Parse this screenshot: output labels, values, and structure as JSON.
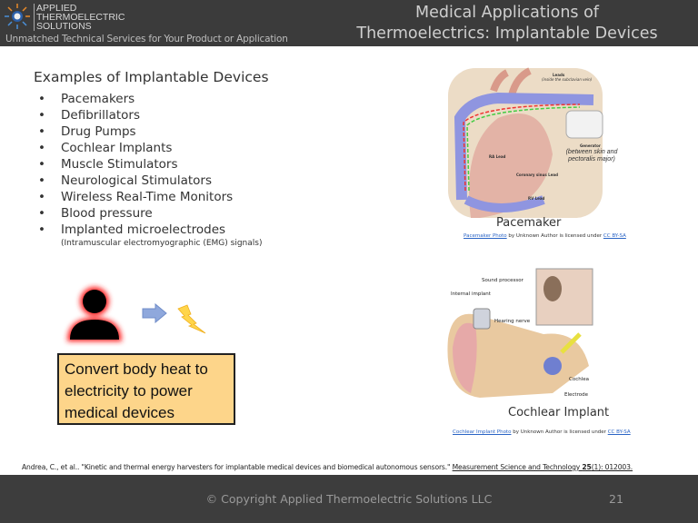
{
  "header": {
    "logo_lines": [
      "APPLIED",
      "THERMOELECTRIC",
      "SOLUTIONS"
    ],
    "tagline": "Unmatched Technical Services for Your Product or Application",
    "title_line1": "Medical Applications of",
    "title_line2": "Thermoelectrics: Implantable Devices"
  },
  "main": {
    "list_title": "Examples of Implantable Devices",
    "items": [
      "Pacemakers",
      "Defibrillators",
      "Drug Pumps",
      "Cochlear Implants",
      "Muscle Stimulators",
      "Neurological Stimulators",
      "Wireless Real-Time Monitors",
      "Blood pressure",
      "Implanted microelectrodes"
    ],
    "subnote": "(Intramuscular electromyographic (EMG) signals)",
    "callout": "Convert body heat  to electricity to power medical devices"
  },
  "pacemaker": {
    "labels": {
      "leads": "Leads",
      "leads_sub": "(inside the subclavian vein)",
      "generator": "Generator",
      "generator_sub": "(between skin and pectoralis major)",
      "ra": "RA Lead",
      "cs": "Coronary sinus Lead",
      "rv": "RV Lead"
    },
    "caption": "Pacemaker",
    "credit_link": "Pacemaker Photo",
    "credit_mid": " by Unknown Author is licensed under ",
    "license": "CC BY-SA"
  },
  "cochlear": {
    "labels": {
      "sound": "Sound processor",
      "internal": "Internal implant",
      "nerve": "Hearing nerve",
      "cochlea": "Cochlea",
      "electrode": "Electrode"
    },
    "caption": "Cochlear Implant",
    "credit_link": "Cochlear Implant Photo",
    "credit_mid": " by Unknown Author is licensed under ",
    "license": "CC BY-SA"
  },
  "reference": {
    "text": "Andrea, C., et al.. \"Kinetic and thermal energy harvesters for implantable medical devices and biomedical autonomous sensors.\" ",
    "journal": "Measurement Science and Technology ",
    "volume": "25",
    "rest": "(1): 012003."
  },
  "footer": {
    "copyright": "© Copyright Applied Thermoelectric Solutions LLC",
    "page": "21"
  },
  "colors": {
    "header_bg": "#3b3b3b",
    "callout_bg": "#fdd58a",
    "glow": "#ff0000",
    "link": "#2a64c5"
  }
}
